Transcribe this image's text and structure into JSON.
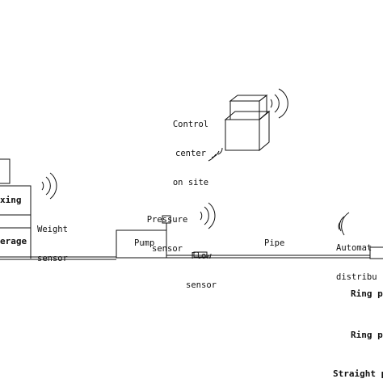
{
  "labels": {
    "control_center": [
      "Control",
      "center",
      "on site"
    ],
    "mixing": "xing",
    "weight_sensor": [
      "Weight",
      "sensor"
    ],
    "storage": "erage",
    "pump": "Pump",
    "pressure_sensor": [
      "Pressure",
      "sensor"
    ],
    "flow_sensor": [
      "Flow",
      "sensor"
    ],
    "pipe": "Pipe",
    "auto_distributor": [
      "Automat",
      "distribu"
    ],
    "ring_pipe_1": "Ring pi",
    "ring_pipe_2": "Ring pi",
    "straight_pipe": "Straight pi"
  },
  "icons": [
    "wifi-signal-icon"
  ],
  "colors": {
    "stroke": "#111111",
    "background": "#ffffff"
  }
}
